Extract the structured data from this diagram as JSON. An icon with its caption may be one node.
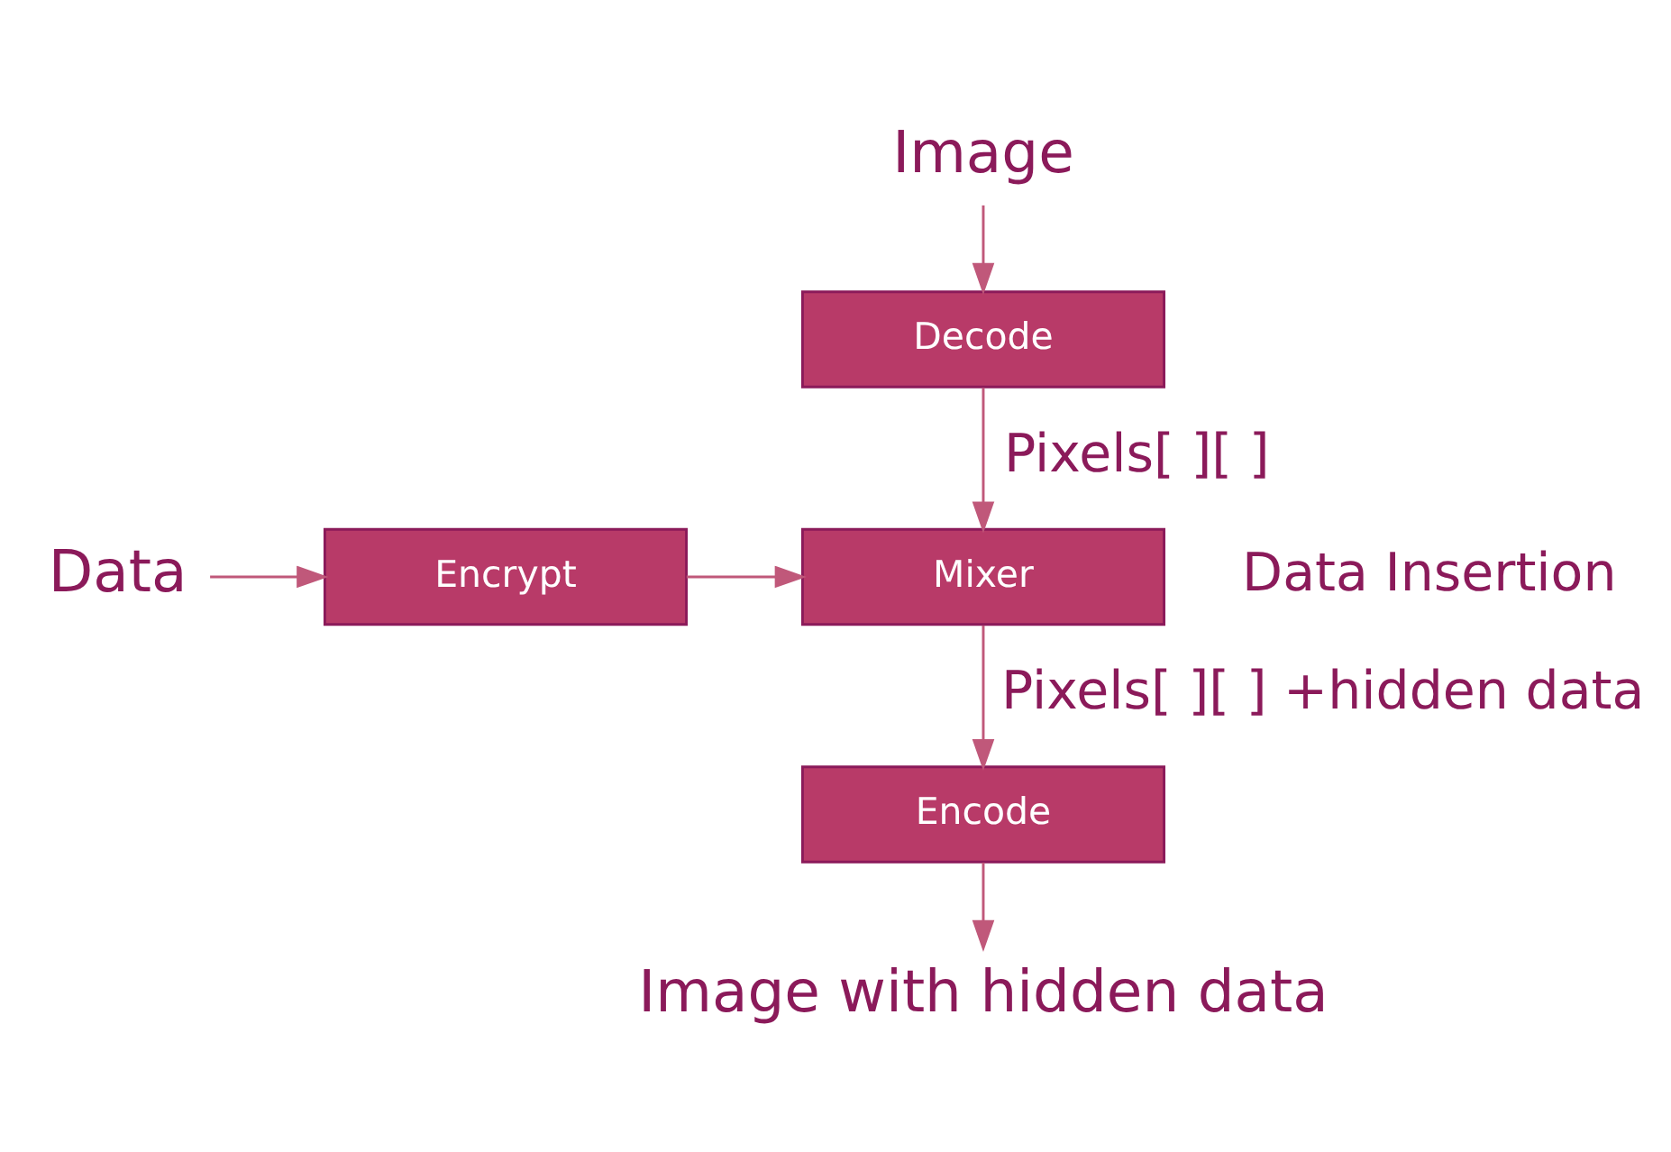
{
  "diagram": {
    "nodes": [
      {
        "text": [
          "Image"
        ]
      },
      {
        "text": [
          "Decode"
        ]
      },
      {
        "text": [
          "Data"
        ]
      },
      {
        "text": [
          "Encrypt"
        ]
      },
      {
        "text": [
          "Mixer"
        ],
        "beside": [
          "Data Insertion"
        ]
      },
      {
        "text": [
          "Encode"
        ]
      },
      {
        "text": [
          "Image with hidden data"
        ]
      }
    ],
    "edges": [
      {
        "from": 0,
        "to": 1,
        "arrow": "to"
      },
      {
        "from": 1,
        "to": 4,
        "arrow": "to",
        "label": "Pixels[ ][ ]"
      },
      {
        "from": 2,
        "to": 3,
        "arrow": "to"
      },
      {
        "from": 3,
        "to": 4,
        "arrow": "to"
      },
      {
        "from": 4,
        "to": 5,
        "arrow": "to",
        "label": "Pixels[ ][ ] +hidden data"
      },
      {
        "from": 5,
        "to": 6,
        "arrow": "to"
      }
    ]
  }
}
